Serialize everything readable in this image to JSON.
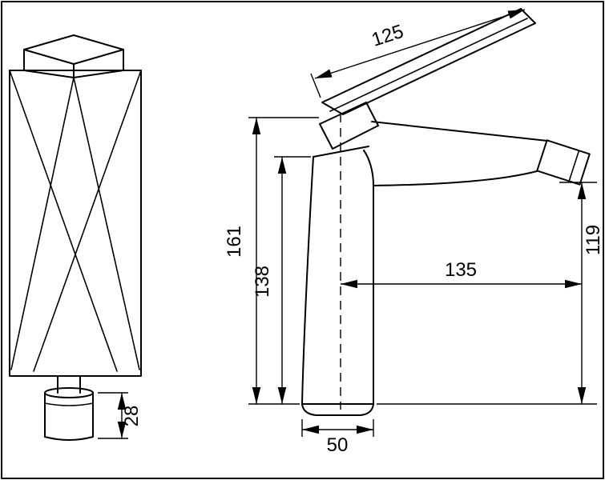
{
  "colors": {
    "background": "#ffffff",
    "line": "#000000",
    "text": "#000000"
  },
  "drawing": {
    "kind": "faucet dimension drawing, front and side views",
    "dimensions": {
      "handle_length": "125",
      "overall_height": "161",
      "body_height": "138",
      "spout_reach": "135",
      "outlet_height": "119",
      "base_width": "50",
      "spray_head_height": "28"
    }
  }
}
